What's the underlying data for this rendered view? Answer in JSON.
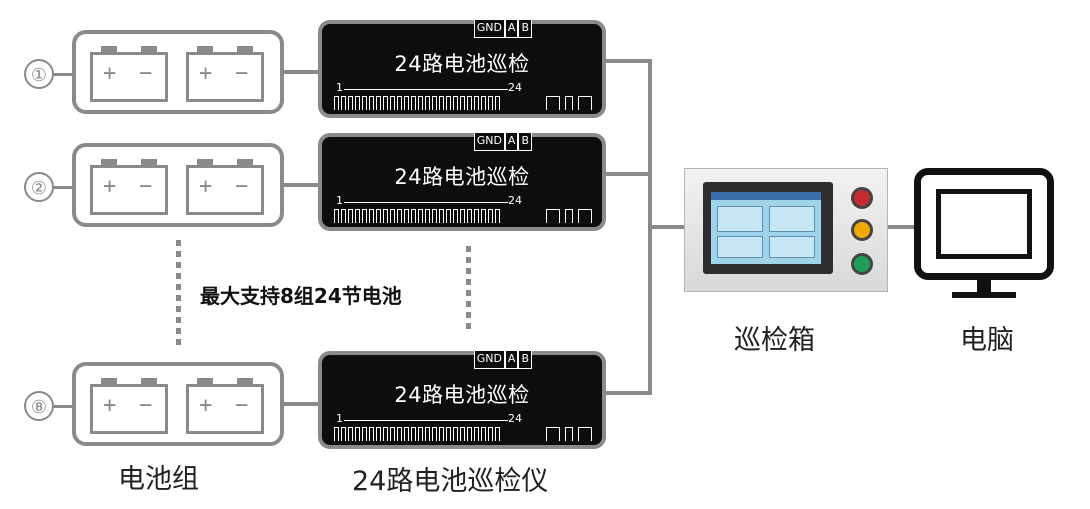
{
  "rows": [
    {
      "number": "①"
    },
    {
      "number": "②"
    },
    {
      "number": "⑧"
    }
  ],
  "battery": {
    "plus": "+",
    "minus": "−"
  },
  "inspector": {
    "title": "24路电池巡检",
    "port_labels": [
      "GND",
      "A",
      "B"
    ],
    "range_start": "1",
    "range_end": "24"
  },
  "note": "最大支持8组24节电池",
  "labels": {
    "battery_group": "电池组",
    "inspector_device": "24路电池巡检仪",
    "cabinet": "巡检箱",
    "computer": "电脑"
  },
  "colors": {
    "outline": "#8a8a8a",
    "device_fill": "#0d0d0d",
    "button_red": "#c62a2a",
    "button_yellow": "#f2a900",
    "button_green": "#1f9e5a"
  },
  "icons": [
    "battery-icon",
    "inspector-device-icon",
    "touch-screen-cabinet-icon",
    "computer-monitor-icon"
  ]
}
